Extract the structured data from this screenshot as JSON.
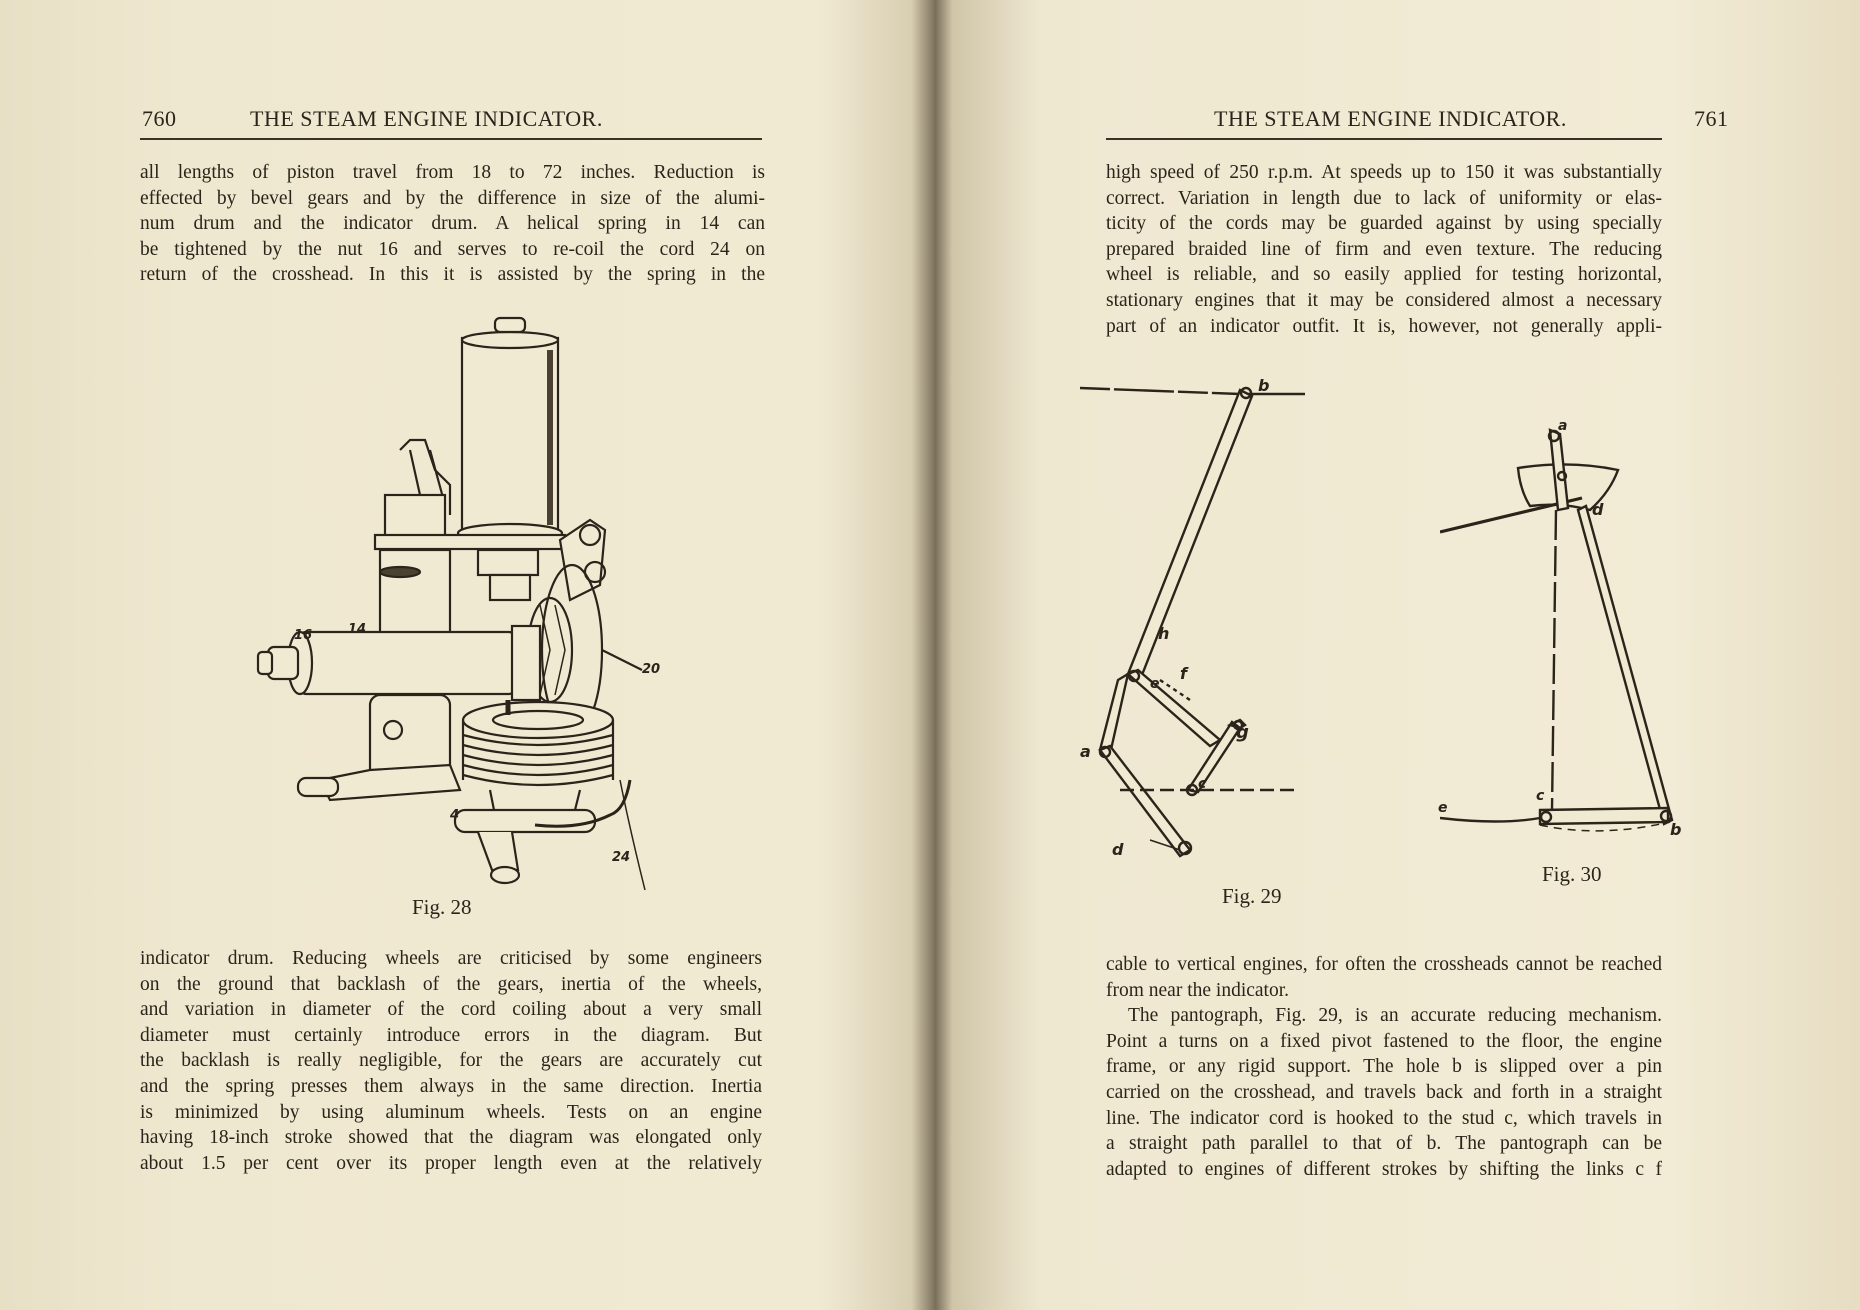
{
  "left_page": {
    "page_number": "760",
    "running_head": "THE STEAM ENGINE INDICATOR.",
    "top_lines": [
      "all lengths of piston travel from 18 to 72 inches. Reduction is",
      "effected by bevel gears and by the difference in size of the alumi-",
      "num drum and the indicator drum. A helical spring in 14 can",
      "be tightened by the nut 16 and serves to re-coil the cord 24 on",
      "return of the crosshead. In this it is assisted by the spring in the"
    ],
    "figure": {
      "caption": "Fig. 28",
      "callouts": [
        "16",
        "14",
        "20",
        "4",
        "24"
      ]
    },
    "bottom_lines": [
      "indicator drum. Reducing wheels are criticised by some engineers",
      "on the ground that backlash of the gears, inertia of the wheels,",
      "and variation in diameter of the cord coiling about a very small",
      "diameter must certainly introduce errors in the diagram. But",
      "the backlash is really negligible, for the gears are accurately cut",
      "and the spring presses them always in the same direction. Inertia",
      "is minimized by using aluminum wheels. Tests on an engine",
      "having 18-inch stroke showed that the diagram was elongated only",
      "about 1.5 per cent over its proper length even at the relatively"
    ]
  },
  "right_page": {
    "page_number": "761",
    "running_head": "THE STEAM ENGINE INDICATOR.",
    "top_lines": [
      "high speed of 250 r.p.m. At speeds up to 150 it was substantially",
      "correct. Variation in length due to lack of uniformity or elas-",
      "ticity of the cords may be guarded against by using specially",
      "prepared braided line of firm and even texture. The reducing",
      "wheel is reliable, and so easily applied for testing horizontal,",
      "stationary engines that it may be considered almost a necessary",
      "part of an indicator outfit. It is, however, not generally appli-"
    ],
    "figure_29": {
      "caption": "Fig. 29",
      "labels": [
        "b",
        "h",
        "f",
        "e",
        "a",
        "g",
        "c",
        "d"
      ]
    },
    "figure_30": {
      "caption": "Fig. 30",
      "labels": [
        "a",
        "d",
        "c",
        "b",
        "e"
      ]
    },
    "bottom_lines": [
      "cable to vertical engines, for often the crossheads cannot be reached",
      "from near the indicator.",
      "The pantograph, Fig. 29, is an accurate reducing mechanism.",
      "Point a turns on a fixed pivot fastened to the floor, the engine",
      "frame, or any rigid support. The hole b is slipped over a pin",
      "carried on the crosshead, and travels back and forth in a straight",
      "line. The indicator cord is hooked to the stud c, which travels in",
      "a straight path parallel to that of b. The pantograph can be",
      "adapted to engines of different strokes by shifting the links c f"
    ]
  }
}
